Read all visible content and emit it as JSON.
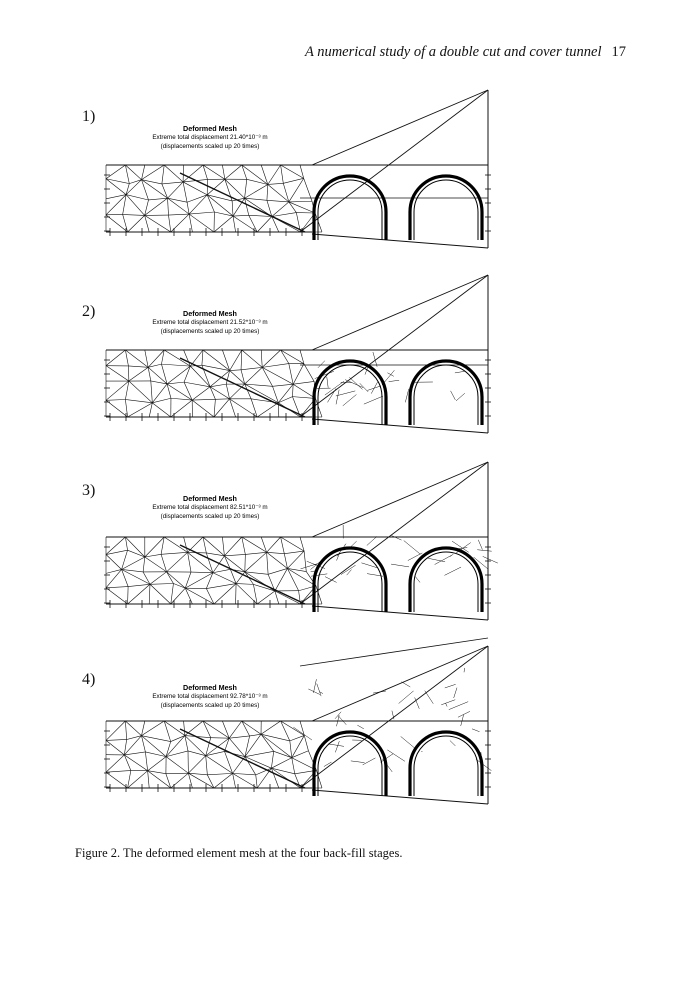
{
  "header": {
    "running_title": "A numerical study of a double cut and cover tunnel",
    "page_number": "17"
  },
  "panels": [
    {
      "label": "1)",
      "title": "Deformed Mesh",
      "displacement": "Extreme total displacement 21.40*10⁻³ m",
      "scale_note": "(displacements scaled up 20 times)"
    },
    {
      "label": "2)",
      "title": "Deformed Mesh",
      "displacement": "Extreme total displacement 21.52*10⁻³ m",
      "scale_note": "(displacements scaled up 20 times)"
    },
    {
      "label": "3)",
      "title": "Deformed Mesh",
      "displacement": "Extreme total displacement 82.51*10⁻³ m",
      "scale_note": "(displacements scaled up 20 times)"
    },
    {
      "label": "4)",
      "title": "Deformed Mesh",
      "displacement": "Extreme total displacement 92.78*10⁻³ m",
      "scale_note": "(displacements scaled up 20 times)"
    }
  ],
  "caption": "Figure 2. The deformed element mesh at the four back-fill stages."
}
